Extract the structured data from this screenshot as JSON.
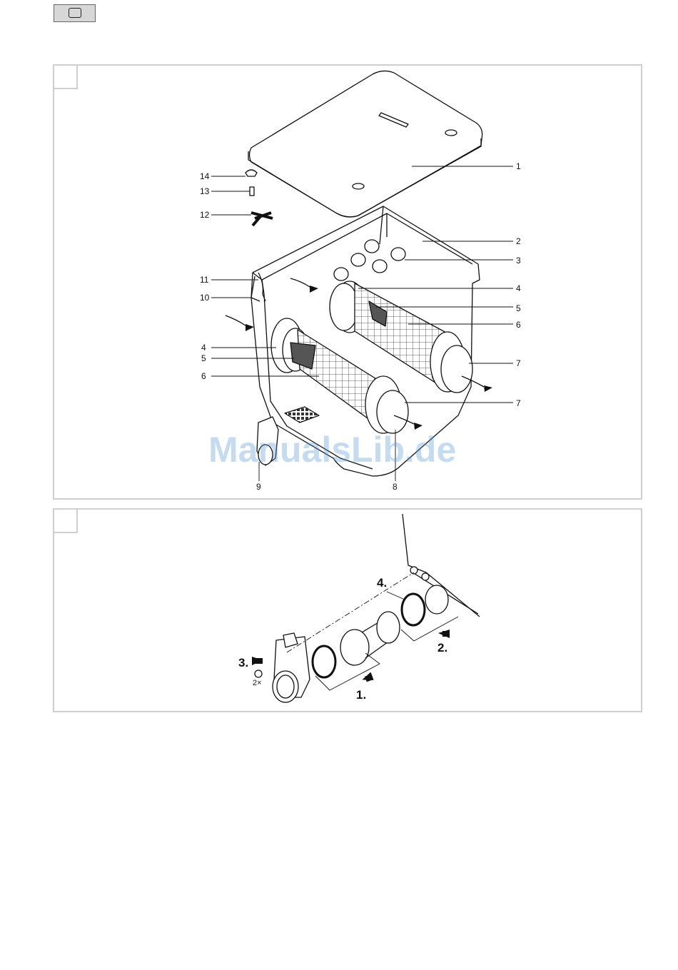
{
  "header": {
    "lang_tab_icon": "rounded-rectangle-icon"
  },
  "figure_a": {
    "callouts": {
      "c1": "1",
      "c2": "2",
      "c3": "3",
      "c4a": "4",
      "c5a": "5",
      "c6a": "6",
      "c7a": "7",
      "c4b": "4",
      "c5b": "5",
      "c6b": "6",
      "c7b": "7",
      "c8": "8",
      "c9": "9",
      "c10": "10",
      "c11": "11",
      "c12": "12",
      "c13": "13",
      "c14": "14"
    },
    "watermark": "ManualsLib.de"
  },
  "figure_b": {
    "steps": {
      "s1": "1.",
      "s2": "2.",
      "s3": "3.",
      "s4": "4."
    },
    "quantity": "2×"
  },
  "colors": {
    "line": "#111111",
    "frame": "#cfcfcf",
    "tab": "#d7d7d7",
    "watermark": "#5b9bd5"
  }
}
